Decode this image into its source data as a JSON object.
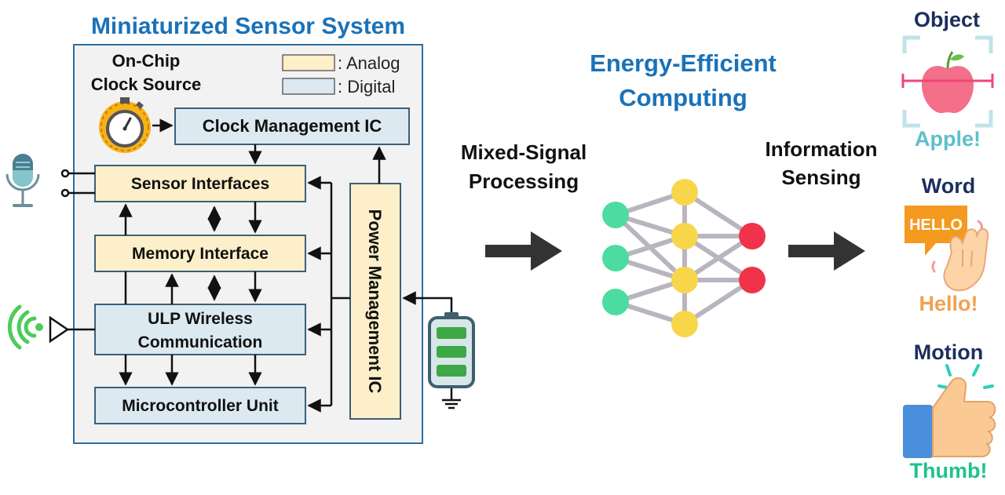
{
  "title": "Miniaturized Sensor System",
  "clock_source": {
    "line1": "On-Chip",
    "line2": "Clock Source"
  },
  "legend": {
    "analog": {
      "label": ": Analog",
      "color": "#fcefc9"
    },
    "digital": {
      "label": ": Digital",
      "color": "#dde9f0"
    }
  },
  "blocks": {
    "clock_mgmt": "Clock Management IC",
    "sensor_if": "Sensor Interfaces",
    "memory_if": "Memory Interface",
    "wireless_1": "ULP Wireless",
    "wireless_2": "Communication",
    "mcu": "Microcontroller Unit",
    "power_mgmt": "Power Management IC"
  },
  "processing": {
    "mixed_signal_1": "Mixed-Signal",
    "mixed_signal_2": "Processing",
    "energy_1": "Energy-Efficient",
    "energy_2": "Computing",
    "info_1": "Information",
    "info_2": "Sensing"
  },
  "outputs": {
    "object_title": "Object",
    "object_caption": "Apple!",
    "word_title": "Word",
    "word_bubble": "HELLO",
    "word_caption": "Hello!",
    "motion_title": "Motion",
    "motion_caption": "Thumb!"
  },
  "colors": {
    "title_blue": "#1a72b8",
    "navy": "#1c2e5c",
    "box_stroke": "#3a5f7a",
    "arrow_gray": "#333333",
    "node_green": "#4ddc9f",
    "node_yellow": "#f8d64a",
    "node_red": "#f0334a",
    "edge_gray": "#b9b5be",
    "apple_teal": "#5bc0c9",
    "hello_orange": "#f0a152",
    "thumb_green": "#1fc28a"
  },
  "icons": [
    "microphone-icon",
    "stopwatch-icon",
    "antenna-icon",
    "wifi-signal-icon",
    "battery-icon",
    "ground-icon",
    "apple-icon",
    "hello-bubble-icon",
    "waving-hand-icon",
    "thumbs-up-icon"
  ]
}
